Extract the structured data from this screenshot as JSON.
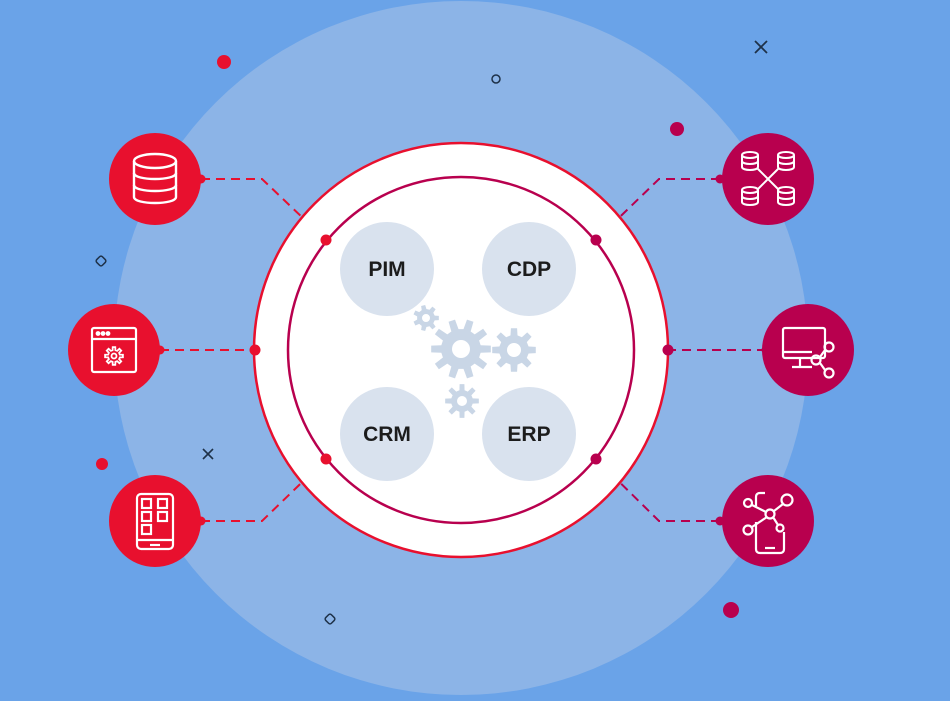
{
  "colors": {
    "background": "#6aa3e8",
    "halo": "#8cb4e7",
    "hub_fill": "#ffffff",
    "left_accent": "#e8102e",
    "right_accent": "#b8004e",
    "node_fill": "#d9e2ee",
    "gear": "#c9d6e6",
    "node_text": "#1c1c1c",
    "mark_dark": "#1e3148"
  },
  "hub": {
    "nodes": [
      {
        "id": "pim",
        "label": "PIM"
      },
      {
        "id": "cdp",
        "label": "CDP"
      },
      {
        "id": "crm",
        "label": "CRM"
      },
      {
        "id": "erp",
        "label": "ERP"
      }
    ]
  },
  "left_sources": [
    {
      "id": "database",
      "icon": "database-icon"
    },
    {
      "id": "web-app",
      "icon": "browser-settings-icon"
    },
    {
      "id": "mobile-app",
      "icon": "mobile-app-icon"
    }
  ],
  "right_outputs": [
    {
      "id": "data-network",
      "icon": "database-network-icon"
    },
    {
      "id": "desktop-share",
      "icon": "monitor-share-icon"
    },
    {
      "id": "mobile-network",
      "icon": "mobile-network-icon"
    }
  ]
}
